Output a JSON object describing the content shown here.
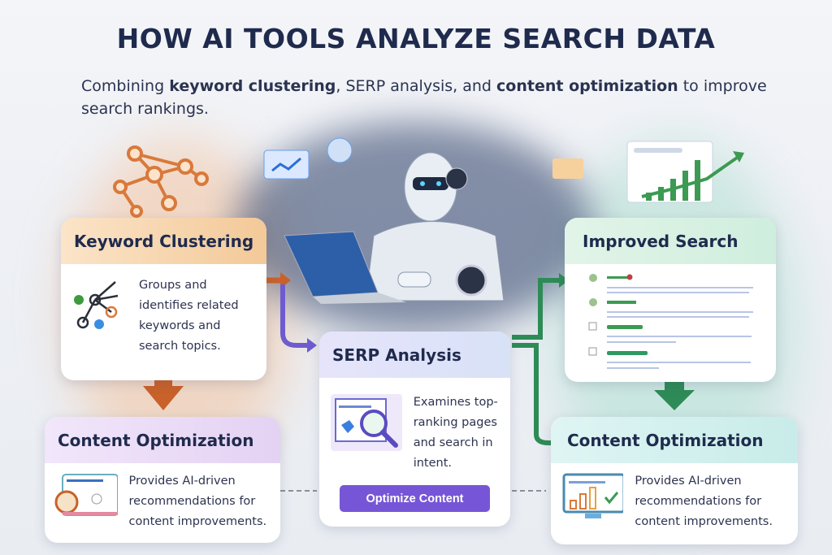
{
  "title": "HOW AI TOOLS ANALYZE SEARCH DATA",
  "subtitle": {
    "p1": "Combining ",
    "b1": "keyword clustering",
    "p2": ", SERP analysis, and ",
    "b2": "content optimization",
    "p3": " to improve search rankings."
  },
  "cards": {
    "keyword": {
      "title": "Keyword Clustering",
      "text": "Groups and identifies related keywords and search topics.",
      "color": "#f3c998"
    },
    "content_left": {
      "title": "Content Optimization",
      "text": "Provides AI-driven recommendations for content improvements.",
      "color": "#e4d2f3"
    },
    "serp": {
      "title": "SERP Analysis",
      "text": "Examines top-ranking pages and search in intent.",
      "button": "Optimize Content",
      "color": "#dcdcf7"
    },
    "improved": {
      "title": "Improved Search",
      "color": "#d2eedc"
    },
    "content_right": {
      "title": "Content Optimization",
      "text": "Provides AI-driven recommendations for content improvements.",
      "color": "#cdeef0"
    }
  },
  "colors": {
    "orange": "#c8622a",
    "purple": "#6f5bd0",
    "green": "#2e8b57",
    "button": "#7656d6"
  }
}
